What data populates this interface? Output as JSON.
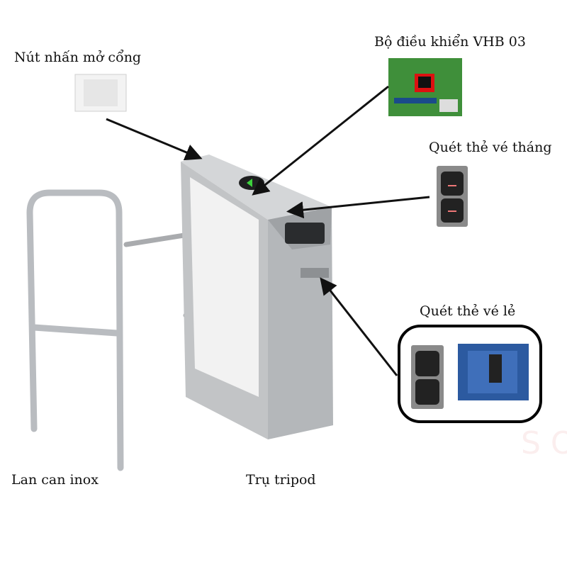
{
  "labels": {
    "exit_button": "Nút nhấn mở cổng",
    "controller": "Bộ điều khiển VHB 03",
    "monthly_card": "Quét thẻ vé tháng",
    "single_card": "Quét thẻ vé lẻ",
    "railing": "Lan can inox",
    "tripod": "Trụ tripod"
  },
  "watermark": "SO",
  "colors": {
    "arrow": "#111111",
    "steel": "#b8b8b8",
    "pcb": "#3f8f3a",
    "callout_border": "#000000"
  }
}
